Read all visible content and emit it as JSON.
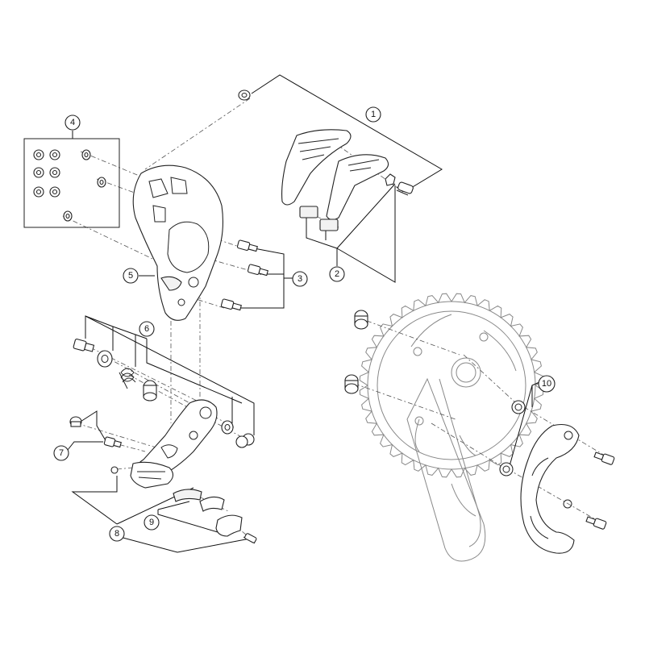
{
  "diagram": {
    "type": "exploded-parts-diagram",
    "callouts": [
      {
        "id": "c1",
        "label": "1"
      },
      {
        "id": "c2",
        "label": "2"
      },
      {
        "id": "c3",
        "label": "3"
      },
      {
        "id": "c4",
        "label": "4"
      },
      {
        "id": "c5",
        "label": "5"
      },
      {
        "id": "c6",
        "label": "6"
      },
      {
        "id": "c7",
        "label": "7"
      },
      {
        "id": "c8",
        "label": "8"
      },
      {
        "id": "c9",
        "label": "9"
      },
      {
        "id": "c10",
        "label": "10"
      }
    ],
    "colors": {
      "line": "#222222",
      "background": "#ffffff",
      "crank_ghost": "#888888"
    }
  }
}
